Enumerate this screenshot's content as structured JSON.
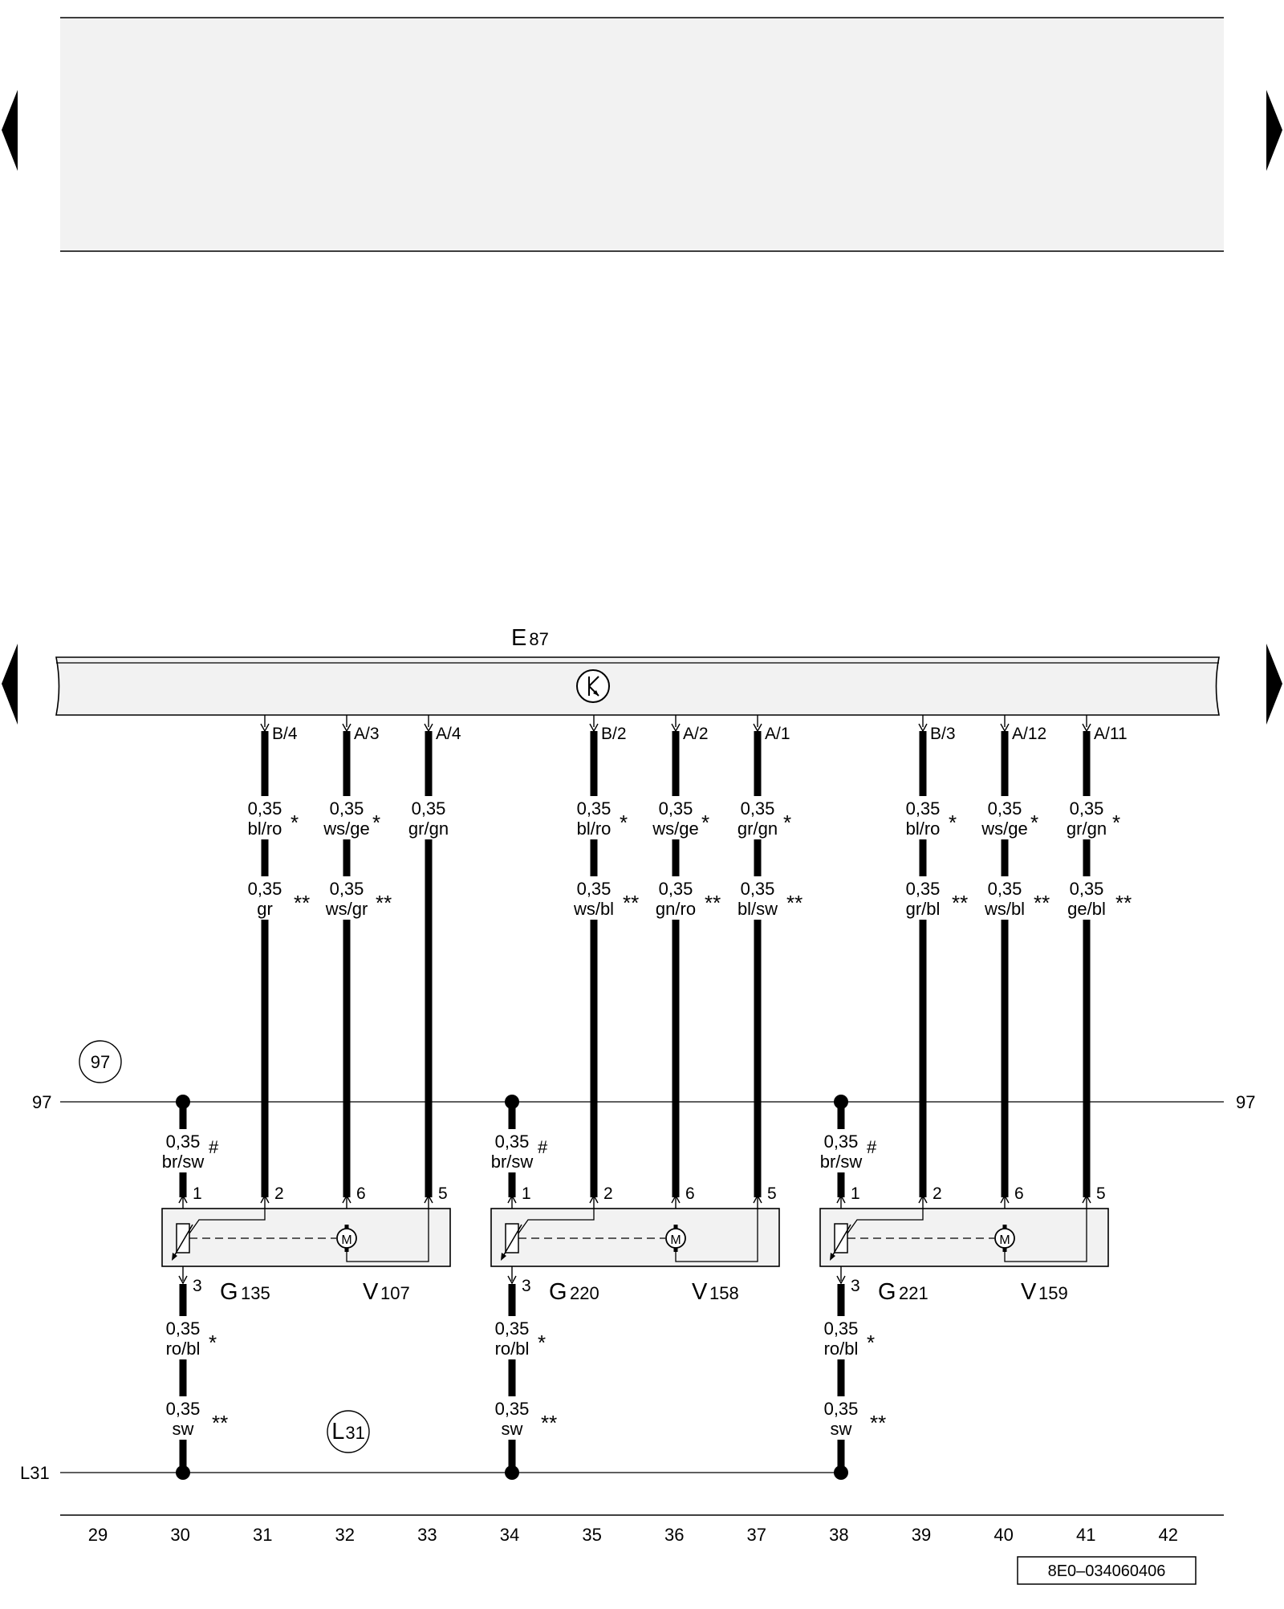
{
  "control_unit": {
    "label": "E",
    "sub": "87"
  },
  "ground_line": {
    "label": "L31",
    "circle_label": "L",
    "circle_sub": "31"
  },
  "supply_line": {
    "label": "97",
    "circle_label": "97"
  },
  "column_numbers": [
    "29",
    "30",
    "31",
    "32",
    "33",
    "34",
    "35",
    "36",
    "37",
    "38",
    "39",
    "40",
    "41",
    "42"
  ],
  "drawing_code": "8E0–034060406",
  "nav": {
    "prev_icon": "triangle-left-icon",
    "next_icon": "triangle-right-icon"
  },
  "modules": [
    {
      "sensor": "G",
      "sensor_sub": "135",
      "motor": "V",
      "motor_sub": "107",
      "motor_symbol": "M",
      "supply_wire": {
        "size": "0,35",
        "color": "br/sw",
        "mark": "#"
      },
      "ground_wire": [
        {
          "size": "0,35",
          "color": "ro/bl",
          "mark": "*"
        },
        {
          "size": "0,35",
          "color": "sw",
          "mark": "**"
        }
      ],
      "pins": {
        "supply": "1",
        "ground": "3"
      },
      "signals": [
        {
          "connector": "B/4",
          "pin": "2",
          "wire1": {
            "size": "0,35",
            "color": "bl/ro",
            "mark": "*"
          },
          "wire2": {
            "size": "0,35",
            "color": "gr",
            "mark": "**"
          }
        },
        {
          "connector": "A/3",
          "pin": "6",
          "wire1": {
            "size": "0,35",
            "color": "ws/ge",
            "mark": "*"
          },
          "wire2": {
            "size": "0,35",
            "color": "ws/gr",
            "mark": "**"
          }
        },
        {
          "connector": "A/4",
          "pin": "5",
          "wire1": {
            "size": "0,35",
            "color": "gr/gn",
            "mark": ""
          },
          "wire2": null
        }
      ]
    },
    {
      "sensor": "G",
      "sensor_sub": "220",
      "motor": "V",
      "motor_sub": "158",
      "motor_symbol": "M",
      "supply_wire": {
        "size": "0,35",
        "color": "br/sw",
        "mark": "#"
      },
      "ground_wire": [
        {
          "size": "0,35",
          "color": "ro/bl",
          "mark": "*"
        },
        {
          "size": "0,35",
          "color": "sw",
          "mark": "**"
        }
      ],
      "pins": {
        "supply": "1",
        "ground": "3"
      },
      "signals": [
        {
          "connector": "B/2",
          "pin": "2",
          "wire1": {
            "size": "0,35",
            "color": "bl/ro",
            "mark": "*"
          },
          "wire2": {
            "size": "0,35",
            "color": "ws/bl",
            "mark": "**"
          }
        },
        {
          "connector": "A/2",
          "pin": "6",
          "wire1": {
            "size": "0,35",
            "color": "ws/ge",
            "mark": "*"
          },
          "wire2": {
            "size": "0,35",
            "color": "gn/ro",
            "mark": "**"
          }
        },
        {
          "connector": "A/1",
          "pin": "5",
          "wire1": {
            "size": "0,35",
            "color": "gr/gn",
            "mark": "*"
          },
          "wire2": {
            "size": "0,35",
            "color": "bl/sw",
            "mark": "**"
          }
        }
      ]
    },
    {
      "sensor": "G",
      "sensor_sub": "221",
      "motor": "V",
      "motor_sub": "159",
      "motor_symbol": "M",
      "supply_wire": {
        "size": "0,35",
        "color": "br/sw",
        "mark": "#"
      },
      "ground_wire": [
        {
          "size": "0,35",
          "color": "ro/bl",
          "mark": "*"
        },
        {
          "size": "0,35",
          "color": "sw",
          "mark": "**"
        }
      ],
      "pins": {
        "supply": "1",
        "ground": "3"
      },
      "signals": [
        {
          "connector": "B/3",
          "pin": "2",
          "wire1": {
            "size": "0,35",
            "color": "bl/ro",
            "mark": "*"
          },
          "wire2": {
            "size": "0,35",
            "color": "gr/bl",
            "mark": "**"
          }
        },
        {
          "connector": "A/12",
          "pin": "6",
          "wire1": {
            "size": "0,35",
            "color": "ws/ge",
            "mark": "*"
          },
          "wire2": {
            "size": "0,35",
            "color": "ws/bl",
            "mark": "**"
          }
        },
        {
          "connector": "A/11",
          "pin": "5",
          "wire1": {
            "size": "0,35",
            "color": "gr/gn",
            "mark": "*"
          },
          "wire2": {
            "size": "0,35",
            "color": "ge/bl",
            "mark": "**"
          }
        }
      ]
    }
  ]
}
